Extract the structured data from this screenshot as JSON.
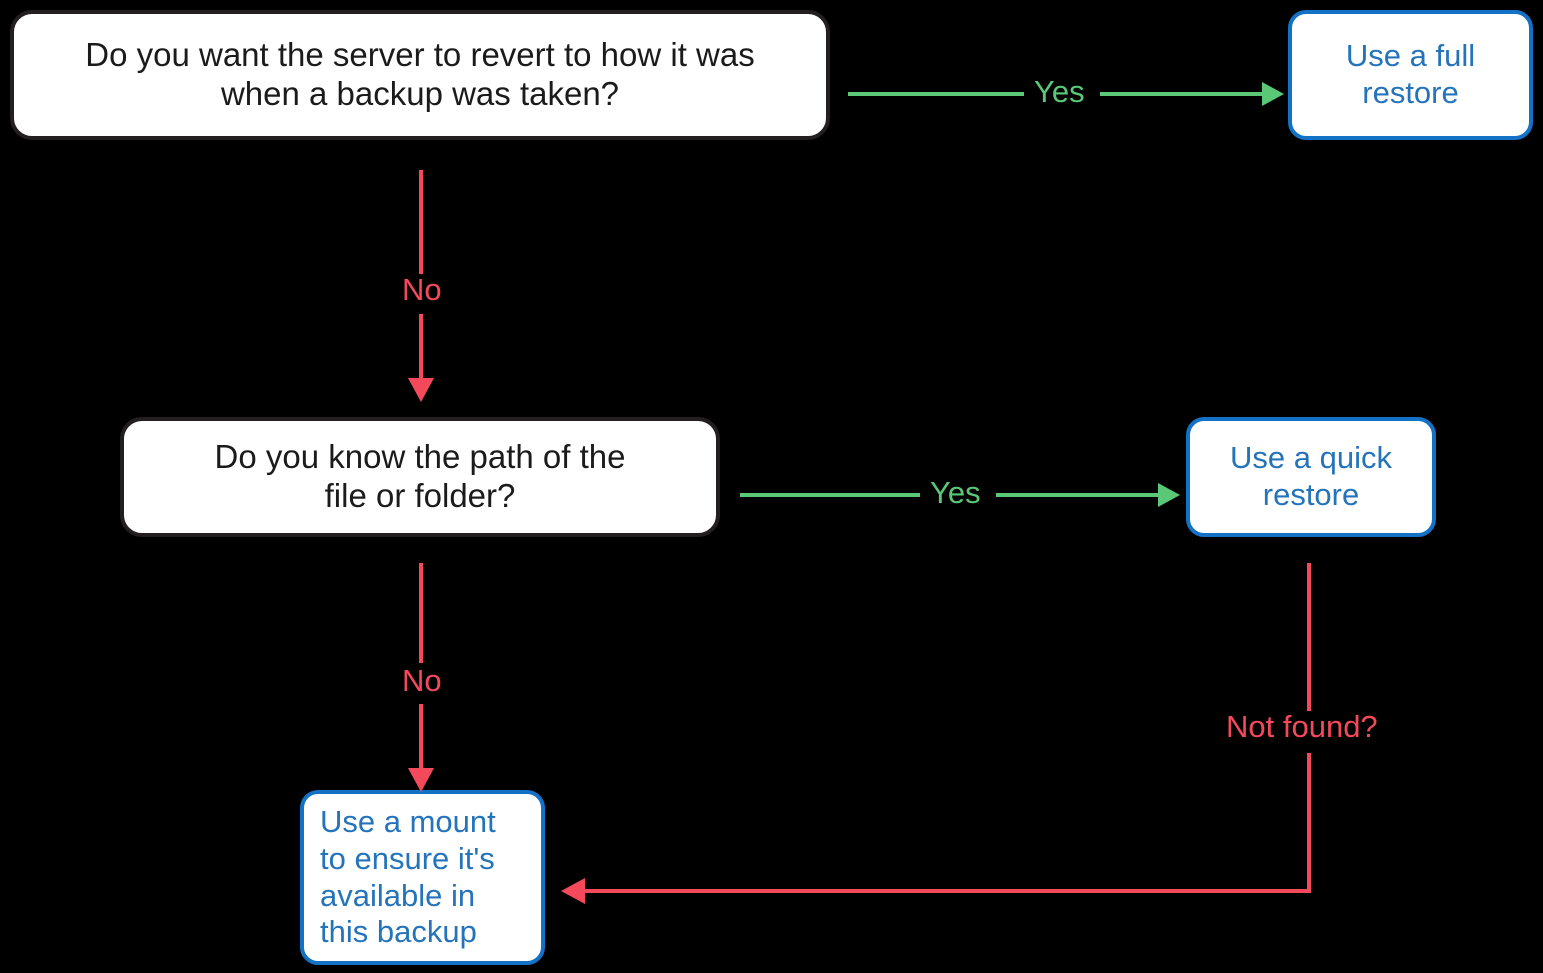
{
  "diagram": {
    "title": "Backup restore decision flowchart",
    "background_color": "#000000",
    "colors": {
      "question_border": "#231f20",
      "question_text": "#1b1b1b",
      "terminal_border": "#1372c6",
      "terminal_text": "#2574bb",
      "yes_edge": "#5bc878",
      "no_edge": "#f4495a",
      "node_fill": "#ffffff"
    },
    "nodes": [
      {
        "id": "q1",
        "kind": "question",
        "text": "Do you want the server to revert to how it was\nwhen a backup was taken?"
      },
      {
        "id": "full-restore",
        "kind": "terminal",
        "text": "Use a full\nrestore"
      },
      {
        "id": "q2",
        "kind": "question",
        "text": "Do you know the path of the\nfile or folder?"
      },
      {
        "id": "quick-restore",
        "kind": "terminal",
        "text": "Use a quick\nrestore"
      },
      {
        "id": "mount",
        "kind": "terminal",
        "text": "Use a mount\nto ensure it's\navailable in\nthis backup"
      }
    ],
    "edges": [
      {
        "id": "q1-yes",
        "from": "q1",
        "to": "full-restore",
        "label": "Yes",
        "color": "#5bc878"
      },
      {
        "id": "q1-no",
        "from": "q1",
        "to": "q2",
        "label": "No",
        "color": "#f4495a"
      },
      {
        "id": "q2-yes",
        "from": "q2",
        "to": "quick-restore",
        "label": "Yes",
        "color": "#5bc878"
      },
      {
        "id": "q2-no",
        "from": "q2",
        "to": "mount",
        "label": "No",
        "color": "#f4495a"
      },
      {
        "id": "quick-nf",
        "from": "quick-restore",
        "to": "mount",
        "label": "Not found?",
        "color": "#f4495a"
      }
    ]
  }
}
